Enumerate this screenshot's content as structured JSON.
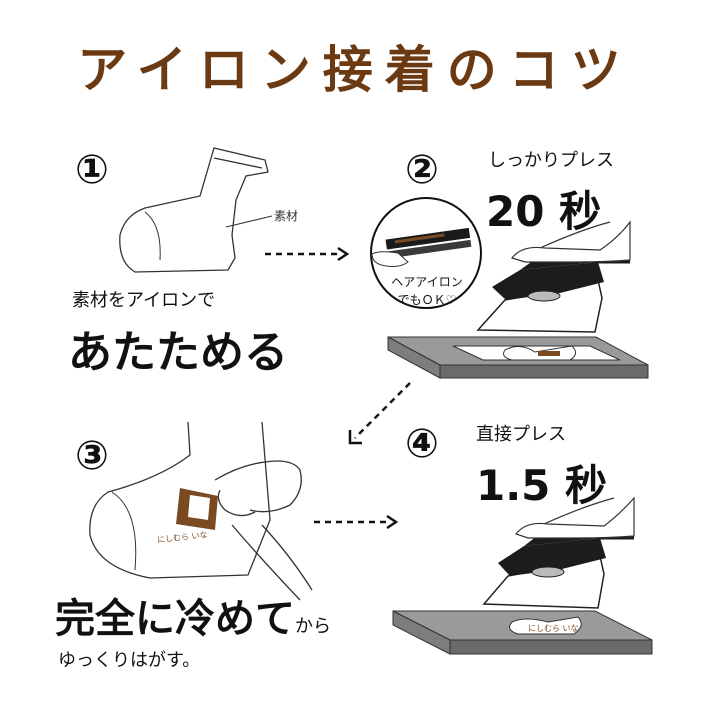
{
  "title": "アイロン接着のコツ",
  "steps": [
    {
      "number": "①",
      "label_tag": "素材",
      "caption_small": "素材をアイロンで",
      "caption_large": "あたためる"
    },
    {
      "number": "②",
      "caption_small": "しっかりプレス",
      "caption_large": "20 秒",
      "bubble_line1": "ヘアアイロン",
      "bubble_line2": "でもＯＫ♡"
    },
    {
      "number": "③",
      "caption_large": "完全に冷めて",
      "caption_suffix": "から",
      "caption_small": "ゆっくりはがす。",
      "sock_tag": "にしむら いな"
    },
    {
      "number": "④",
      "caption_small": "直接プレス",
      "caption_large": "1.5 秒",
      "sock_tag": "にしむら いな"
    }
  ],
  "colors": {
    "title": "#6b3a12",
    "label_brown": "#7a4a22",
    "board_gray": "#9a9a9a",
    "board_dark": "#5a5a5a"
  }
}
